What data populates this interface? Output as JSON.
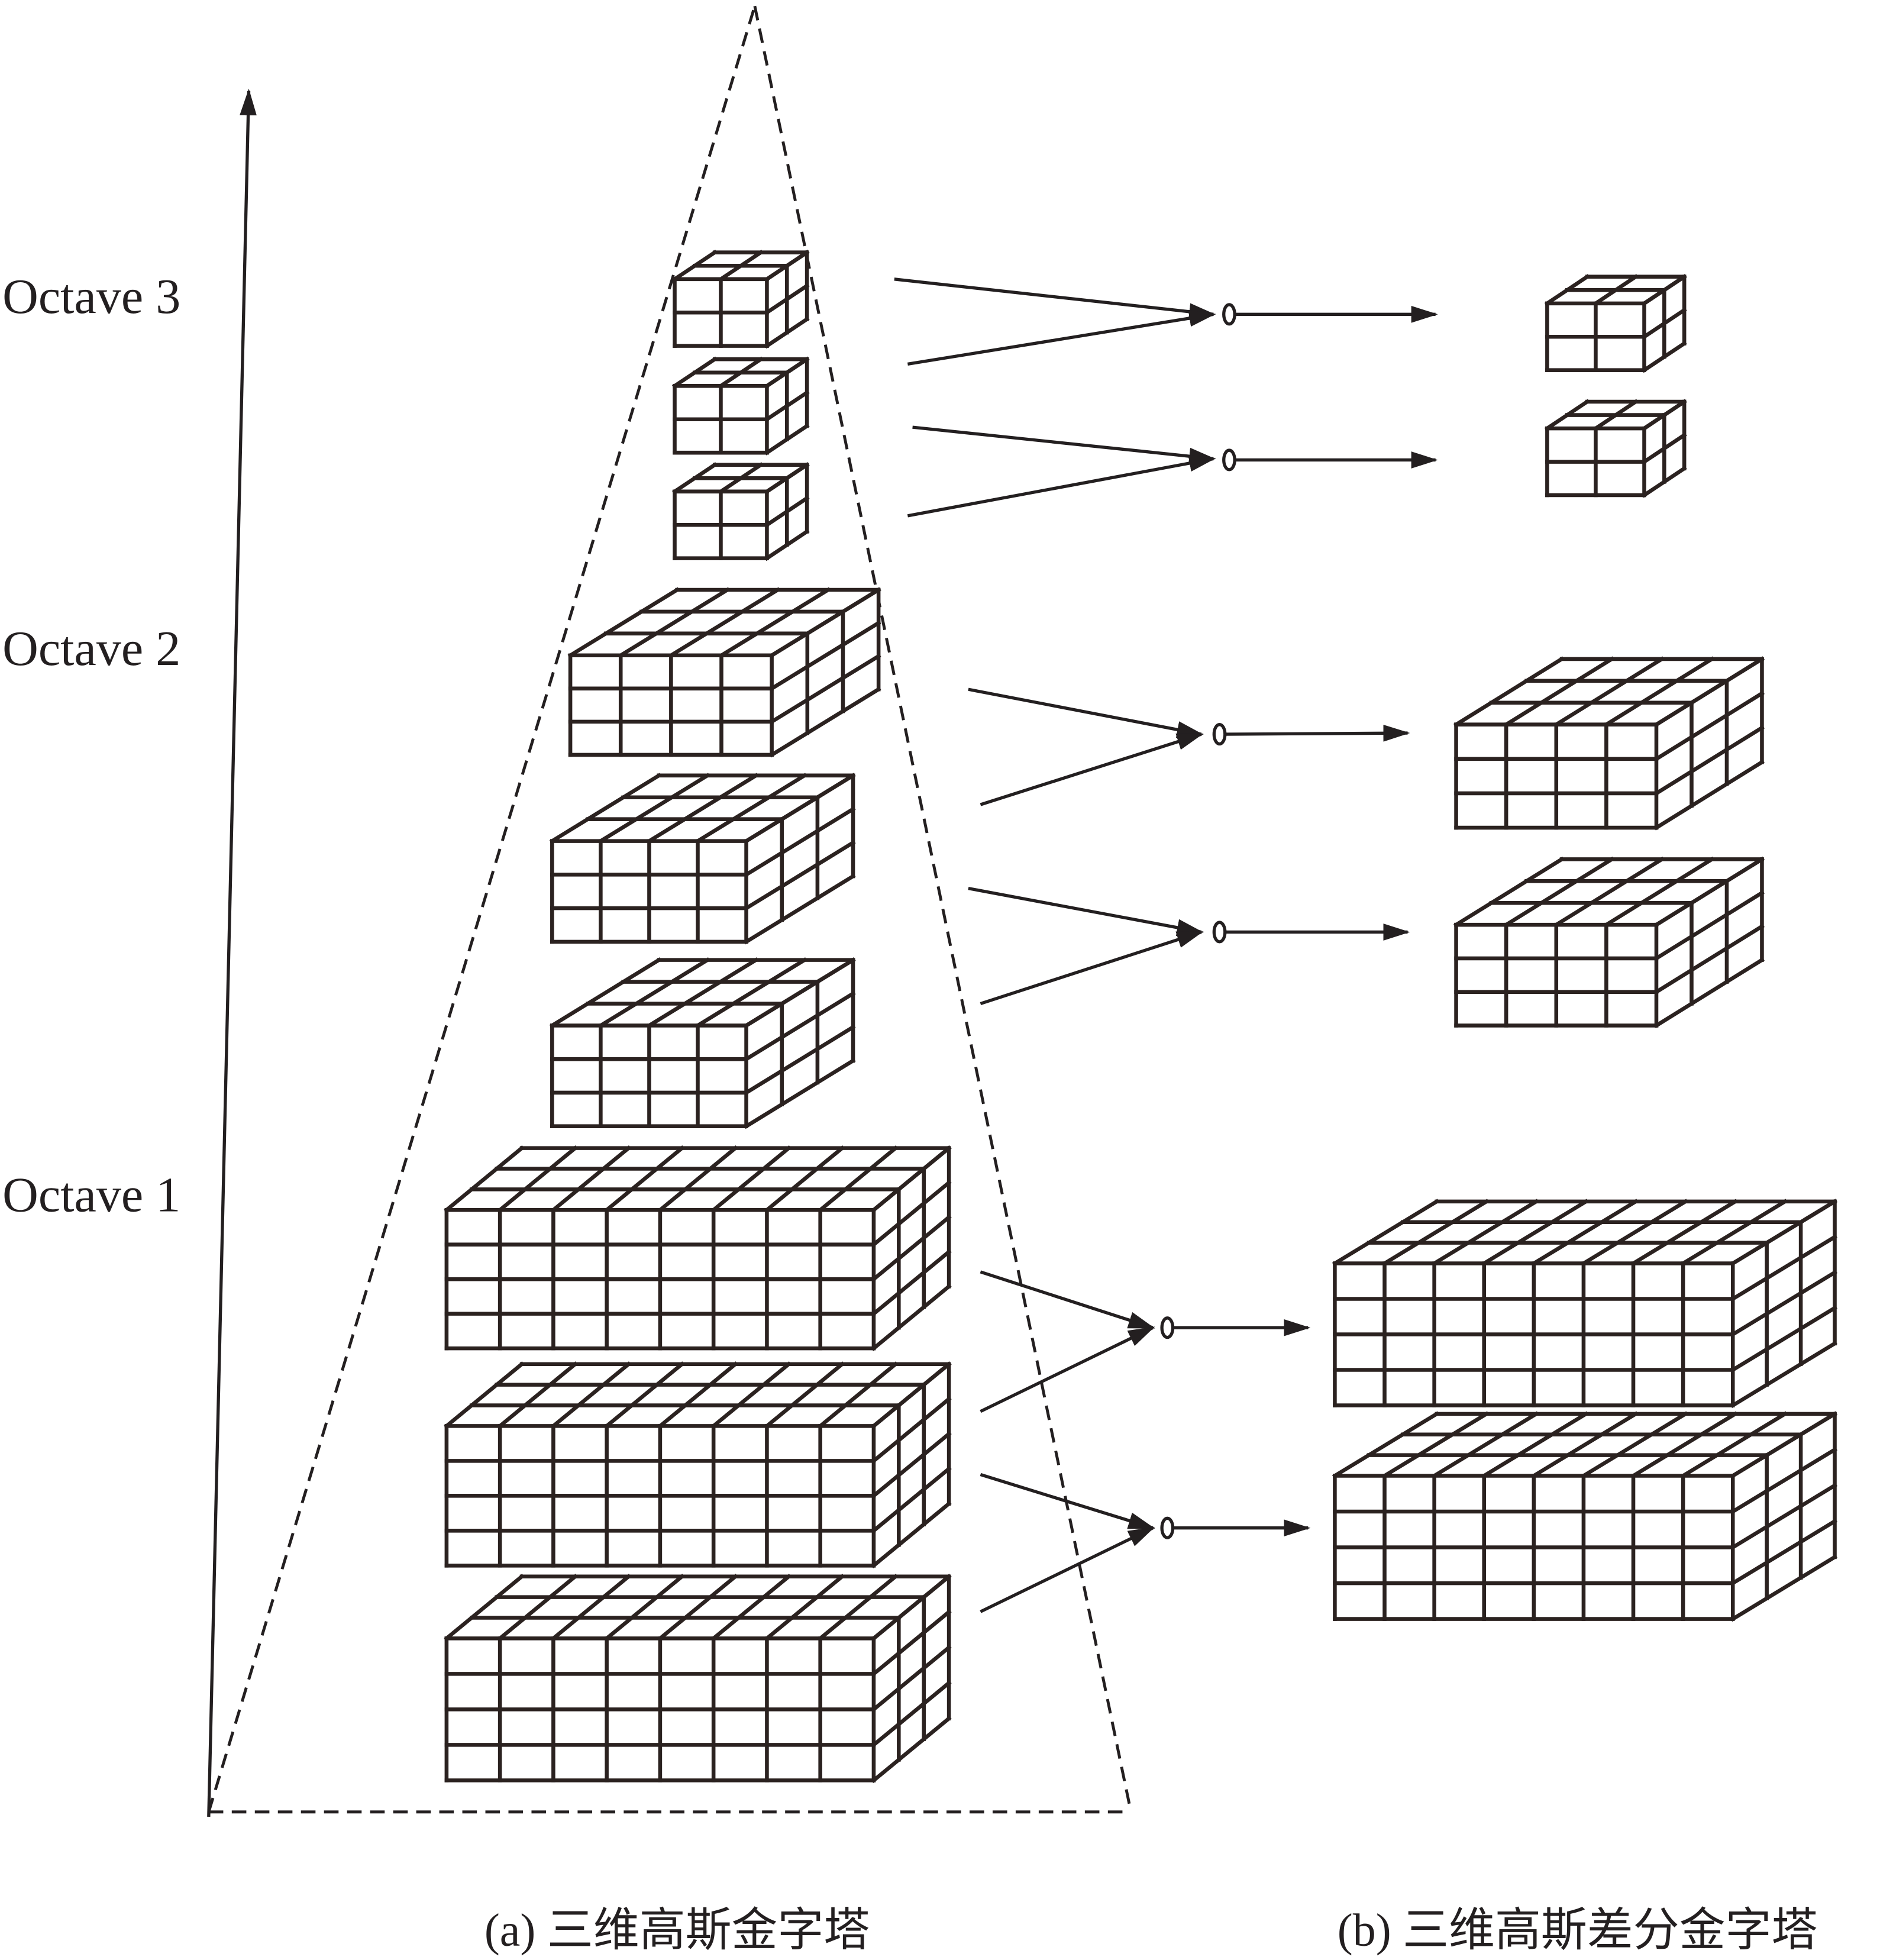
{
  "figure": {
    "octave_labels": [
      "Octave 3",
      "Octave 2",
      "Octave 1"
    ],
    "captions": {
      "a": "(a) 三维高斯金字塔",
      "b": "(b) 三维高斯差分金字塔"
    },
    "axis": {
      "label": "",
      "direction": "up",
      "meaning": "scale"
    },
    "gaussian_pyramid": {
      "name": "3D Gaussian pyramid",
      "outline": "dashed-triangle",
      "octaves": [
        {
          "octave": 3,
          "cubes": 3,
          "grid": {
            "cols": 2,
            "rows": 2,
            "depth": 2
          }
        },
        {
          "octave": 2,
          "cubes": 3,
          "grid": {
            "cols": 4,
            "rows": 3,
            "depth": 3
          }
        },
        {
          "octave": 1,
          "cubes": 3,
          "grid": {
            "cols": 8,
            "rows": 4,
            "depth": 3
          }
        }
      ]
    },
    "dog_pyramid": {
      "name": "3D Difference-of-Gaussian pyramid",
      "octaves": [
        {
          "octave": 3,
          "cubes": 2,
          "grid": {
            "cols": 2,
            "rows": 2,
            "depth": 2
          }
        },
        {
          "octave": 2,
          "cubes": 2,
          "grid": {
            "cols": 4,
            "rows": 3,
            "depth": 3
          }
        },
        {
          "octave": 1,
          "cubes": 2,
          "grid": {
            "cols": 8,
            "rows": 4,
            "depth": 3
          }
        }
      ]
    },
    "operations": {
      "node_symbol": "subtraction-node",
      "count": 6,
      "description": "adjacent Gaussian cubes are subtracted to produce each DoG cube"
    }
  }
}
